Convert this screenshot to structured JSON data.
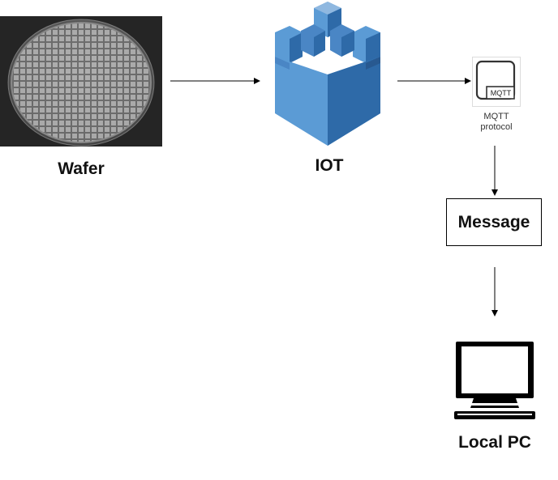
{
  "nodes": {
    "wafer": {
      "label": "Wafer"
    },
    "iot": {
      "label": "IOT"
    },
    "mqtt": {
      "icon_text": "MQTT",
      "caption_line1": "MQTT",
      "caption_line2": "protocol"
    },
    "message": {
      "label": "Message"
    },
    "local_pc": {
      "label": "Local PC"
    }
  },
  "colors": {
    "iot_light": "#5b9bd5",
    "iot_dark": "#2e6aa8",
    "iot_top": "#8fb8e0",
    "arrow": "#000000"
  },
  "icons": {
    "wafer": "wafer-photo",
    "iot": "aws-iot-castle-icon",
    "mqtt": "mqtt-protocol-icon",
    "local_pc": "monitor-icon"
  }
}
